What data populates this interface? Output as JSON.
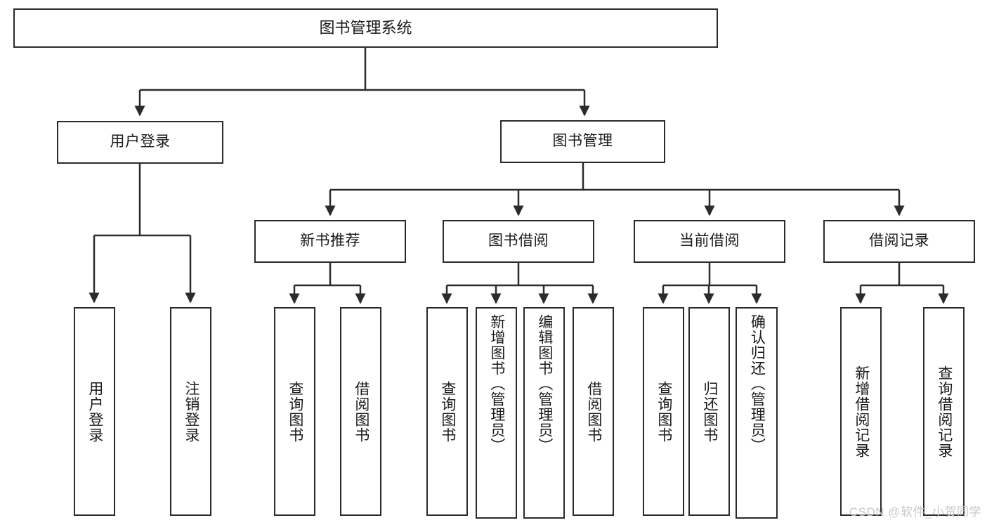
{
  "diagram": {
    "type": "tree-hierarchy",
    "title": "图书管理系统",
    "root": {
      "id": "root",
      "label": "图书管理系统"
    },
    "level1": [
      {
        "id": "user-login",
        "label": "用户登录"
      },
      {
        "id": "book-manage",
        "label": "图书管理"
      }
    ],
    "level2": [
      {
        "id": "new-book-rec",
        "label": "新书推荐",
        "parent": "book-manage"
      },
      {
        "id": "book-borrow",
        "label": "图书借阅",
        "parent": "book-manage"
      },
      {
        "id": "current-borrow",
        "label": "当前借阅",
        "parent": "book-manage"
      },
      {
        "id": "borrow-record",
        "label": "借阅记录",
        "parent": "book-manage"
      }
    ],
    "leaves": [
      {
        "id": "leaf-user-login",
        "label": "用户登录",
        "parent": "user-login"
      },
      {
        "id": "leaf-user-logout",
        "label": "注销登录",
        "parent": "user-login"
      },
      {
        "id": "leaf-query-book-1",
        "label": "查询图书",
        "parent": "new-book-rec"
      },
      {
        "id": "leaf-borrow-book-1",
        "label": "借阅图书",
        "parent": "new-book-rec"
      },
      {
        "id": "leaf-query-book-2",
        "label": "查询图书",
        "parent": "book-borrow"
      },
      {
        "id": "leaf-add-book",
        "label": "新增图书（管理员）",
        "parent": "book-borrow"
      },
      {
        "id": "leaf-edit-book",
        "label": "编辑图书（管理员）",
        "parent": "book-borrow"
      },
      {
        "id": "leaf-borrow-book-2",
        "label": "借阅图书",
        "parent": "book-borrow"
      },
      {
        "id": "leaf-query-book-3",
        "label": "查询图书",
        "parent": "current-borrow"
      },
      {
        "id": "leaf-return-book",
        "label": "归还图书",
        "parent": "current-borrow"
      },
      {
        "id": "leaf-confirm-return",
        "label": "确认归还（管理员）",
        "parent": "current-borrow"
      },
      {
        "id": "leaf-add-record",
        "label": "新增借阅记录",
        "parent": "borrow-record"
      },
      {
        "id": "leaf-query-record",
        "label": "查询借阅记录",
        "parent": "borrow-record"
      }
    ],
    "colors": {
      "stroke": "#2b2b2b",
      "fill": "#ffffff",
      "text": "#1a1a1a",
      "watermark": "#c9c9c9"
    }
  },
  "watermark": {
    "text": "CSDN @软件_小贺同学"
  }
}
